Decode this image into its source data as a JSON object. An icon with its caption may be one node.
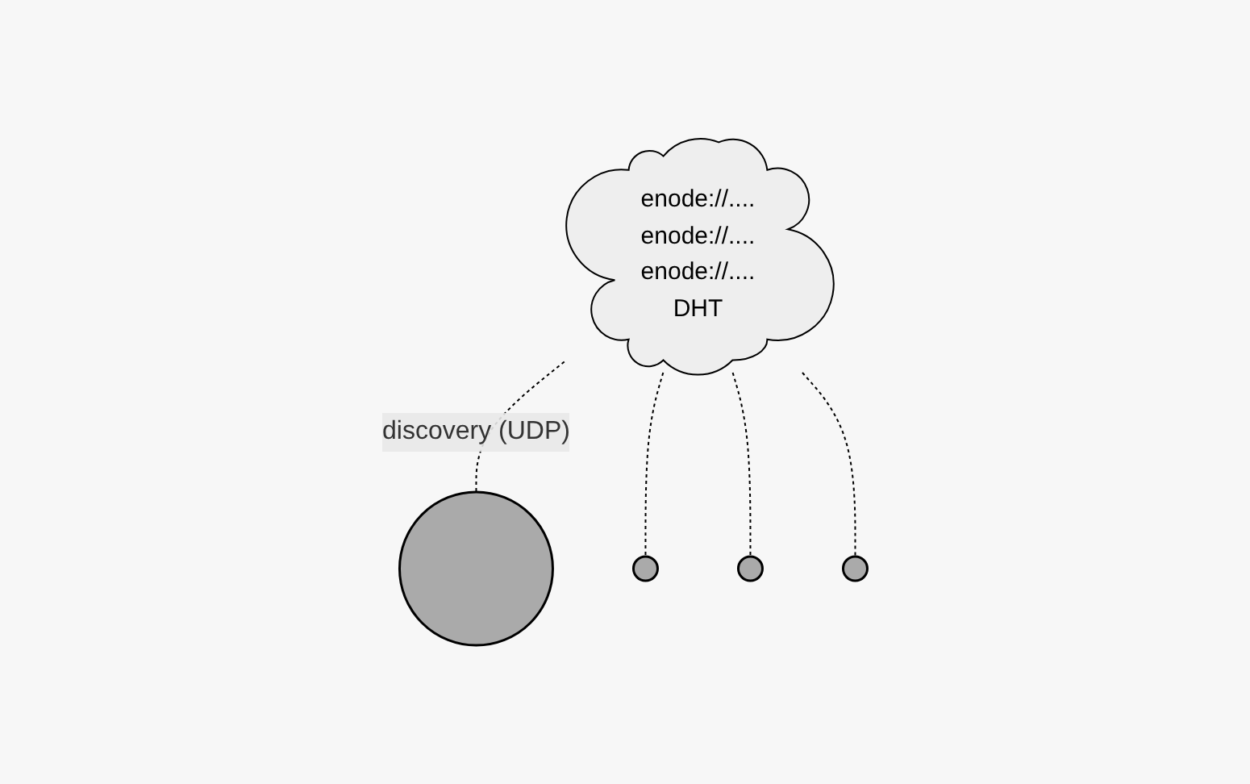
{
  "diagram": {
    "nodes": [
      {
        "text": [
          "enode://....",
          "enode://....",
          "enode://....",
          "DHT"
        ]
      },
      {
        "text": [],
        "shape": "circle"
      },
      {
        "text": [],
        "shape": "circle"
      },
      {
        "text": [],
        "shape": "circle"
      },
      {
        "text": [],
        "shape": "circle"
      }
    ],
    "edges": [
      {
        "from": 0,
        "to": 1,
        "arrow": "none",
        "style": "dashed",
        "label": "discovery (UDP)"
      },
      {
        "from": 0,
        "to": 2,
        "arrow": "none",
        "style": "dashed"
      },
      {
        "from": 0,
        "to": 3,
        "arrow": "none",
        "style": "dashed"
      },
      {
        "from": 0,
        "to": 4,
        "arrow": "none",
        "style": "dashed"
      }
    ]
  }
}
